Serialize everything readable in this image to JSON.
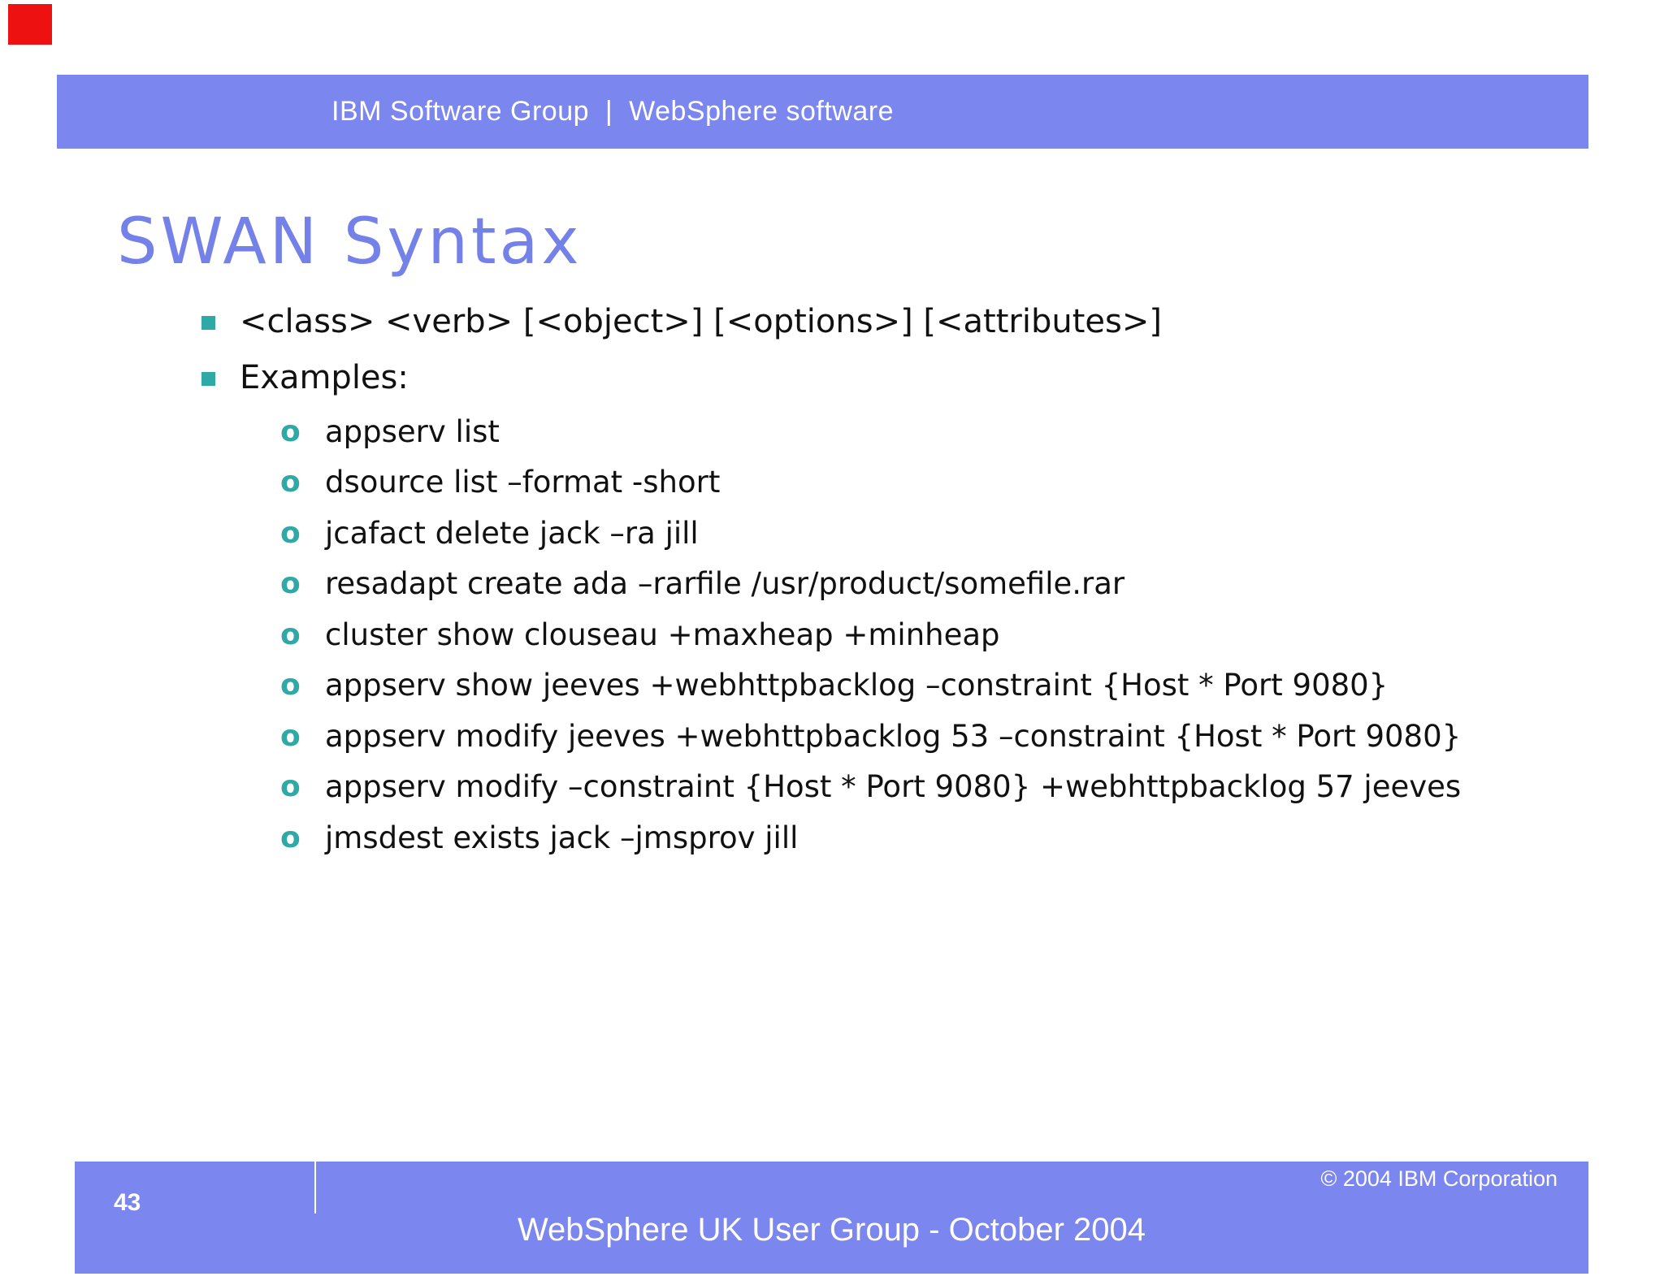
{
  "header": {
    "text": "IBM Software Group  |  WebSphere software"
  },
  "title": "SWAN Syntax",
  "bullets": [
    {
      "text": "<class> <verb> [<object>] [<options>] [<attributes>]"
    },
    {
      "text": "Examples:"
    }
  ],
  "examples": [
    "appserv list",
    "dsource list –format -short",
    "jcafact delete jack –ra jill",
    "resadapt create ada –rarfile /usr/product/somefile.rar",
    "cluster show clouseau +maxheap +minheap",
    "appserv show jeeves +webhttpbacklog –constraint {Host * Port 9080}",
    "appserv modify jeeves +webhttpbacklog 53 –constraint {Host * Port 9080}",
    "appserv modify –constraint {Host * Port 9080} +webhttpbacklog 57 jeeves",
    "jmsdest exists jack –jmsprov jill"
  ],
  "bullet_markers": {
    "level2": "o"
  },
  "footer": {
    "page_number": "43",
    "text": "WebSphere UK User Group - October 2004",
    "copyright": "© 2004 IBM Corporation"
  },
  "colors": {
    "header_bar": "#7b86ee",
    "footer_bar": "#7b86ee",
    "title_text": "#7381e9",
    "bullet_accent": "#2ea9a6",
    "corner_marker": "#ee1111",
    "body_text": "#111111",
    "bar_text": "#ffffff"
  }
}
